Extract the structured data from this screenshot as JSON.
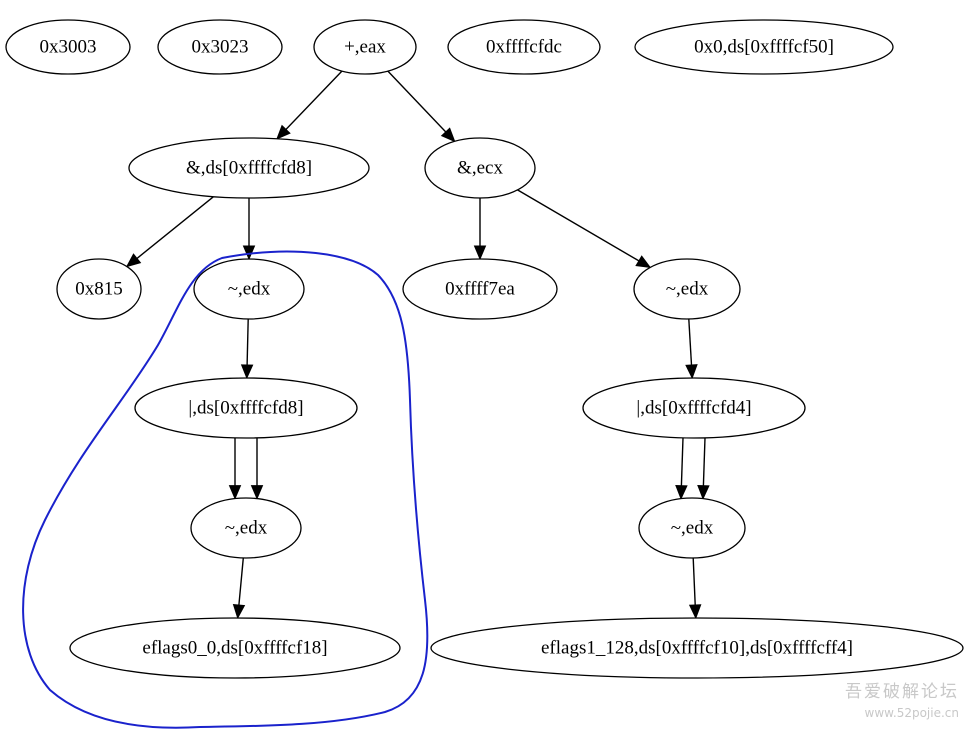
{
  "colors": {
    "node_stroke": "#000000",
    "edge": "#000000",
    "annotation": "#1a22cc",
    "watermark": "#c8c8c8"
  },
  "nodes": [
    {
      "id": "n_0x3003",
      "label": "0x3003"
    },
    {
      "id": "n_0x3023",
      "label": "0x3023"
    },
    {
      "id": "n_add_eax",
      "label": "+,eax"
    },
    {
      "id": "n_0xffffcfdc",
      "label": "0xffffcfdc"
    },
    {
      "id": "n_0x0_ds",
      "label": "0x0,ds[0xffffcf50]"
    },
    {
      "id": "n_and_ds",
      "label": "&,ds[0xffffcfd8]"
    },
    {
      "id": "n_and_ecx",
      "label": "&,ecx"
    },
    {
      "id": "n_0x815",
      "label": "0x815"
    },
    {
      "id": "n_not_edx_1",
      "label": "~,edx"
    },
    {
      "id": "n_0xffff7ea",
      "label": "0xffff7ea"
    },
    {
      "id": "n_not_edx_2",
      "label": "~,edx"
    },
    {
      "id": "n_or_ds_d8",
      "label": "|,ds[0xffffcfd8]"
    },
    {
      "id": "n_or_ds_d4",
      "label": "|,ds[0xffffcfd4]"
    },
    {
      "id": "n_not_edx_3",
      "label": "~,edx"
    },
    {
      "id": "n_not_edx_4",
      "label": "~,edx"
    },
    {
      "id": "n_eflags0",
      "label": "eflags0_0,ds[0xffffcf18]"
    },
    {
      "id": "n_eflags1",
      "label": "eflags1_128,ds[0xffffcf10],ds[0xffffcff4]"
    }
  ],
  "edges": [
    {
      "from": "n_add_eax",
      "to": "n_and_ds"
    },
    {
      "from": "n_add_eax",
      "to": "n_and_ecx"
    },
    {
      "from": "n_and_ds",
      "to": "n_0x815"
    },
    {
      "from": "n_and_ds",
      "to": "n_not_edx_1"
    },
    {
      "from": "n_and_ecx",
      "to": "n_0xffff7ea"
    },
    {
      "from": "n_and_ecx",
      "to": "n_not_edx_2"
    },
    {
      "from": "n_not_edx_1",
      "to": "n_or_ds_d8"
    },
    {
      "from": "n_not_edx_2",
      "to": "n_or_ds_d4"
    },
    {
      "from": "n_or_ds_d8",
      "to": "n_not_edx_3"
    },
    {
      "from": "n_or_ds_d8",
      "to": "n_not_edx_3"
    },
    {
      "from": "n_or_ds_d4",
      "to": "n_not_edx_4"
    },
    {
      "from": "n_or_ds_d4",
      "to": "n_not_edx_4"
    },
    {
      "from": "n_not_edx_3",
      "to": "n_eflags0"
    },
    {
      "from": "n_not_edx_4",
      "to": "n_eflags1"
    }
  ],
  "watermark": {
    "name": "吾爱破解论坛",
    "url": "www.52pojie.cn"
  }
}
